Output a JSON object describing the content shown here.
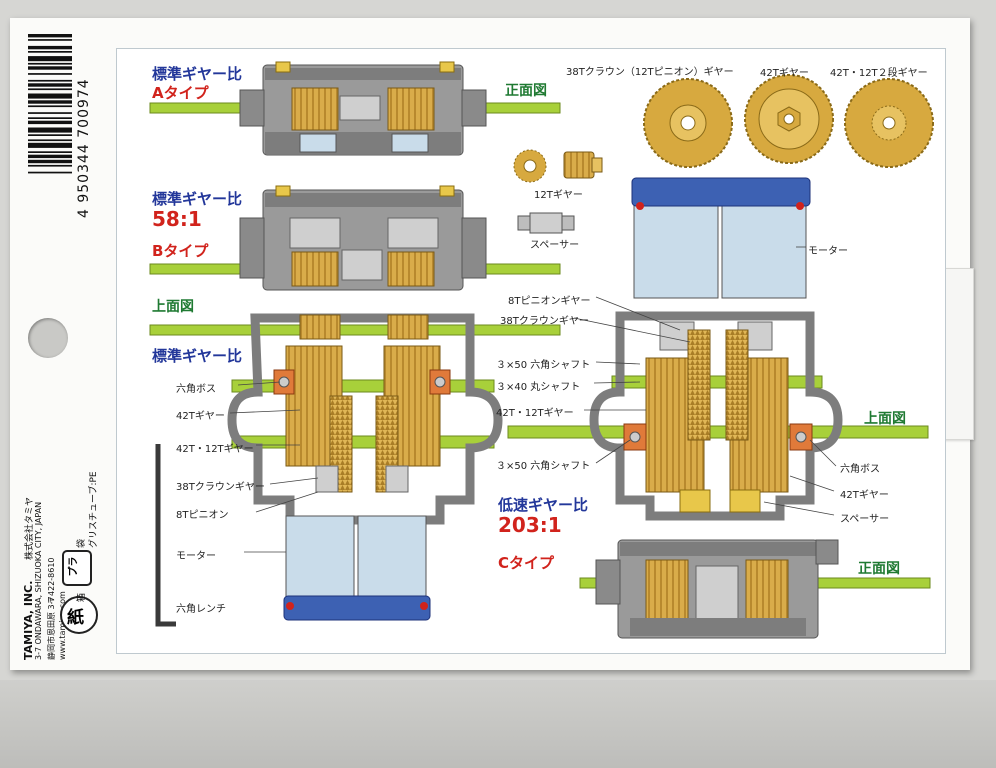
{
  "barcode": {
    "number": "4 950344 700974"
  },
  "company": {
    "name": "TAMIYA, INC.",
    "name_jp": "株式会社タミヤ",
    "address_en": "3-7 ONDAWARA, SHIZUOKA CITY, JAPAN",
    "address_jp": "静岡市恩田原 3-7",
    "postal": "〒422-8610",
    "url": "www.tamiya.com"
  },
  "recycle": {
    "paper_mark": "紙",
    "paper_word": "箱",
    "plastic_mark": "プラ",
    "plastic_word": "袋",
    "plastic_note": "グリスチューブ:PE"
  },
  "type_a": {
    "heading": "標準ギヤー比",
    "type": "Aタイプ",
    "view": "正面図"
  },
  "type_b": {
    "heading": "標準ギヤー比",
    "ratio": "58:1",
    "type": "Bタイプ"
  },
  "top_view_std": {
    "view": "上面図",
    "heading": "標準ギヤー比"
  },
  "type_c": {
    "heading": "低速ギヤー比",
    "ratio": "203:1",
    "type": "Cタイプ",
    "view_top": "上面図",
    "view_front": "正面図"
  },
  "parts": {
    "crown": "38Tクラウン（12Tピニオン）ギヤー",
    "g42": "42Tギヤー",
    "g42_12": "42T・12T２段ギヤー",
    "g12": "12Tギヤー",
    "spacer": "スペーサー"
  },
  "labels_left": {
    "hex_boss": "六角ボス",
    "g42": "42Tギヤー",
    "g42_12": "42T・12Tギヤー",
    "crown38": "38Tクラウンギヤー",
    "pinion8": "8Tピニオン",
    "motor": "モーター",
    "wrench": "六角レンチ"
  },
  "labels_mid": {
    "pinion8": "8Tピニオンギヤー",
    "crown38": "38Tクラウンギヤー",
    "shaft_hex1": "３×50 六角シャフト",
    "shaft_round": "３×40 丸シャフト",
    "g42_12": "42T・12Tギヤー",
    "shaft_hex2": "３×50 六角シャフト"
  },
  "labels_right": {
    "motor": "モーター",
    "hex_boss": "六角ボス",
    "g42": "42Tギヤー",
    "spacer": "スペーサー"
  },
  "colors": {
    "frame": "#8f8f8f",
    "gear": "#d9ac4a",
    "shaft": "#a8d03a",
    "motor": "#c9dcea",
    "motor_cap": "#3d61b3",
    "title_blue": "#23379a",
    "title_red": "#d1231c",
    "view_green": "#1f7a32"
  }
}
